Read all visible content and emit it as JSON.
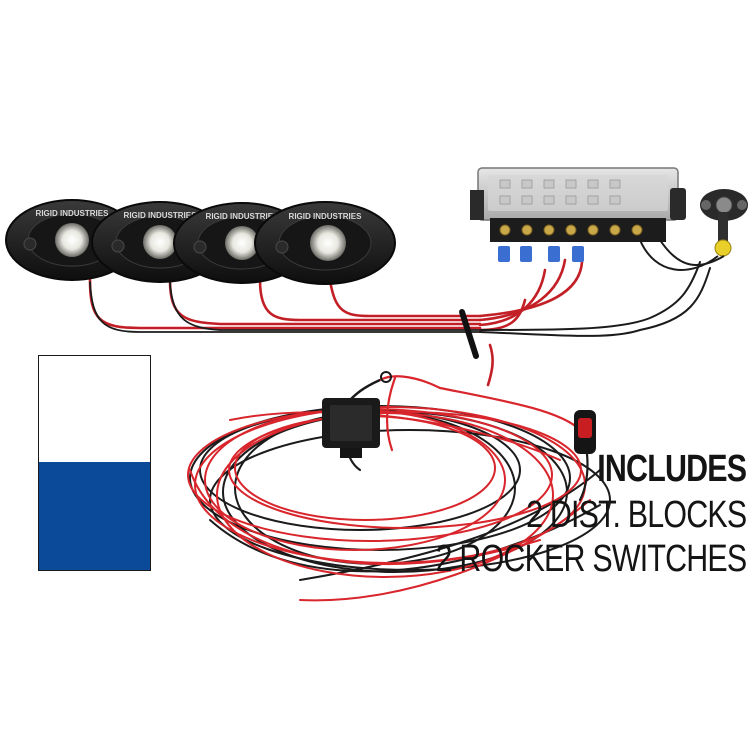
{
  "product": {
    "pod_brand_text": "RIGID INDUSTRIES",
    "pod_count": 4
  },
  "caption": {
    "heading": "INCLUDES",
    "line_1": "2 DIST. BLOCKS",
    "line_2": "2 ROCKER SWITCHES"
  },
  "colors": {
    "swatch_top": "#ffffff",
    "swatch_bottom": "#0a4a98",
    "wire_red": "#d8262c",
    "wire_black": "#1b1b1b",
    "pod_body": "#1f1f1f"
  }
}
